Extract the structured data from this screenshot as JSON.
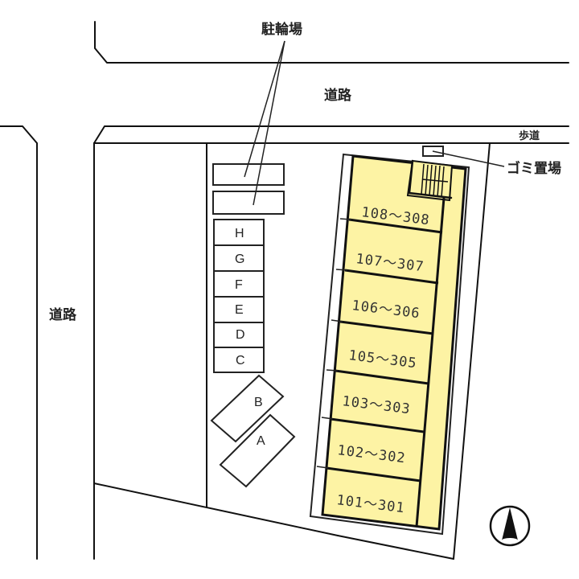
{
  "labels": {
    "bicycle_parking": "駐輪場",
    "road_top": "道路",
    "road_left": "道路",
    "sidewalk": "歩道",
    "garbage_area": "ゴミ置場"
  },
  "parking_slots": [
    {
      "id": "H",
      "label": "H"
    },
    {
      "id": "G",
      "label": "G"
    },
    {
      "id": "F",
      "label": "F"
    },
    {
      "id": "E",
      "label": "E"
    },
    {
      "id": "D",
      "label": "D"
    },
    {
      "id": "C",
      "label": "C"
    },
    {
      "id": "B",
      "label": "B"
    },
    {
      "id": "A",
      "label": "A"
    }
  ],
  "units": [
    {
      "label": "108〜308"
    },
    {
      "label": "107〜307"
    },
    {
      "label": "106〜306"
    },
    {
      "label": "105〜305"
    },
    {
      "label": "103〜303"
    },
    {
      "label": "102〜302"
    },
    {
      "label": "101〜301"
    }
  ],
  "compass": {
    "direction": "north",
    "icon": "north-arrow-icon"
  },
  "colors": {
    "unit_fill": "#fdf3a4",
    "line": "#111111",
    "background": "#ffffff"
  }
}
